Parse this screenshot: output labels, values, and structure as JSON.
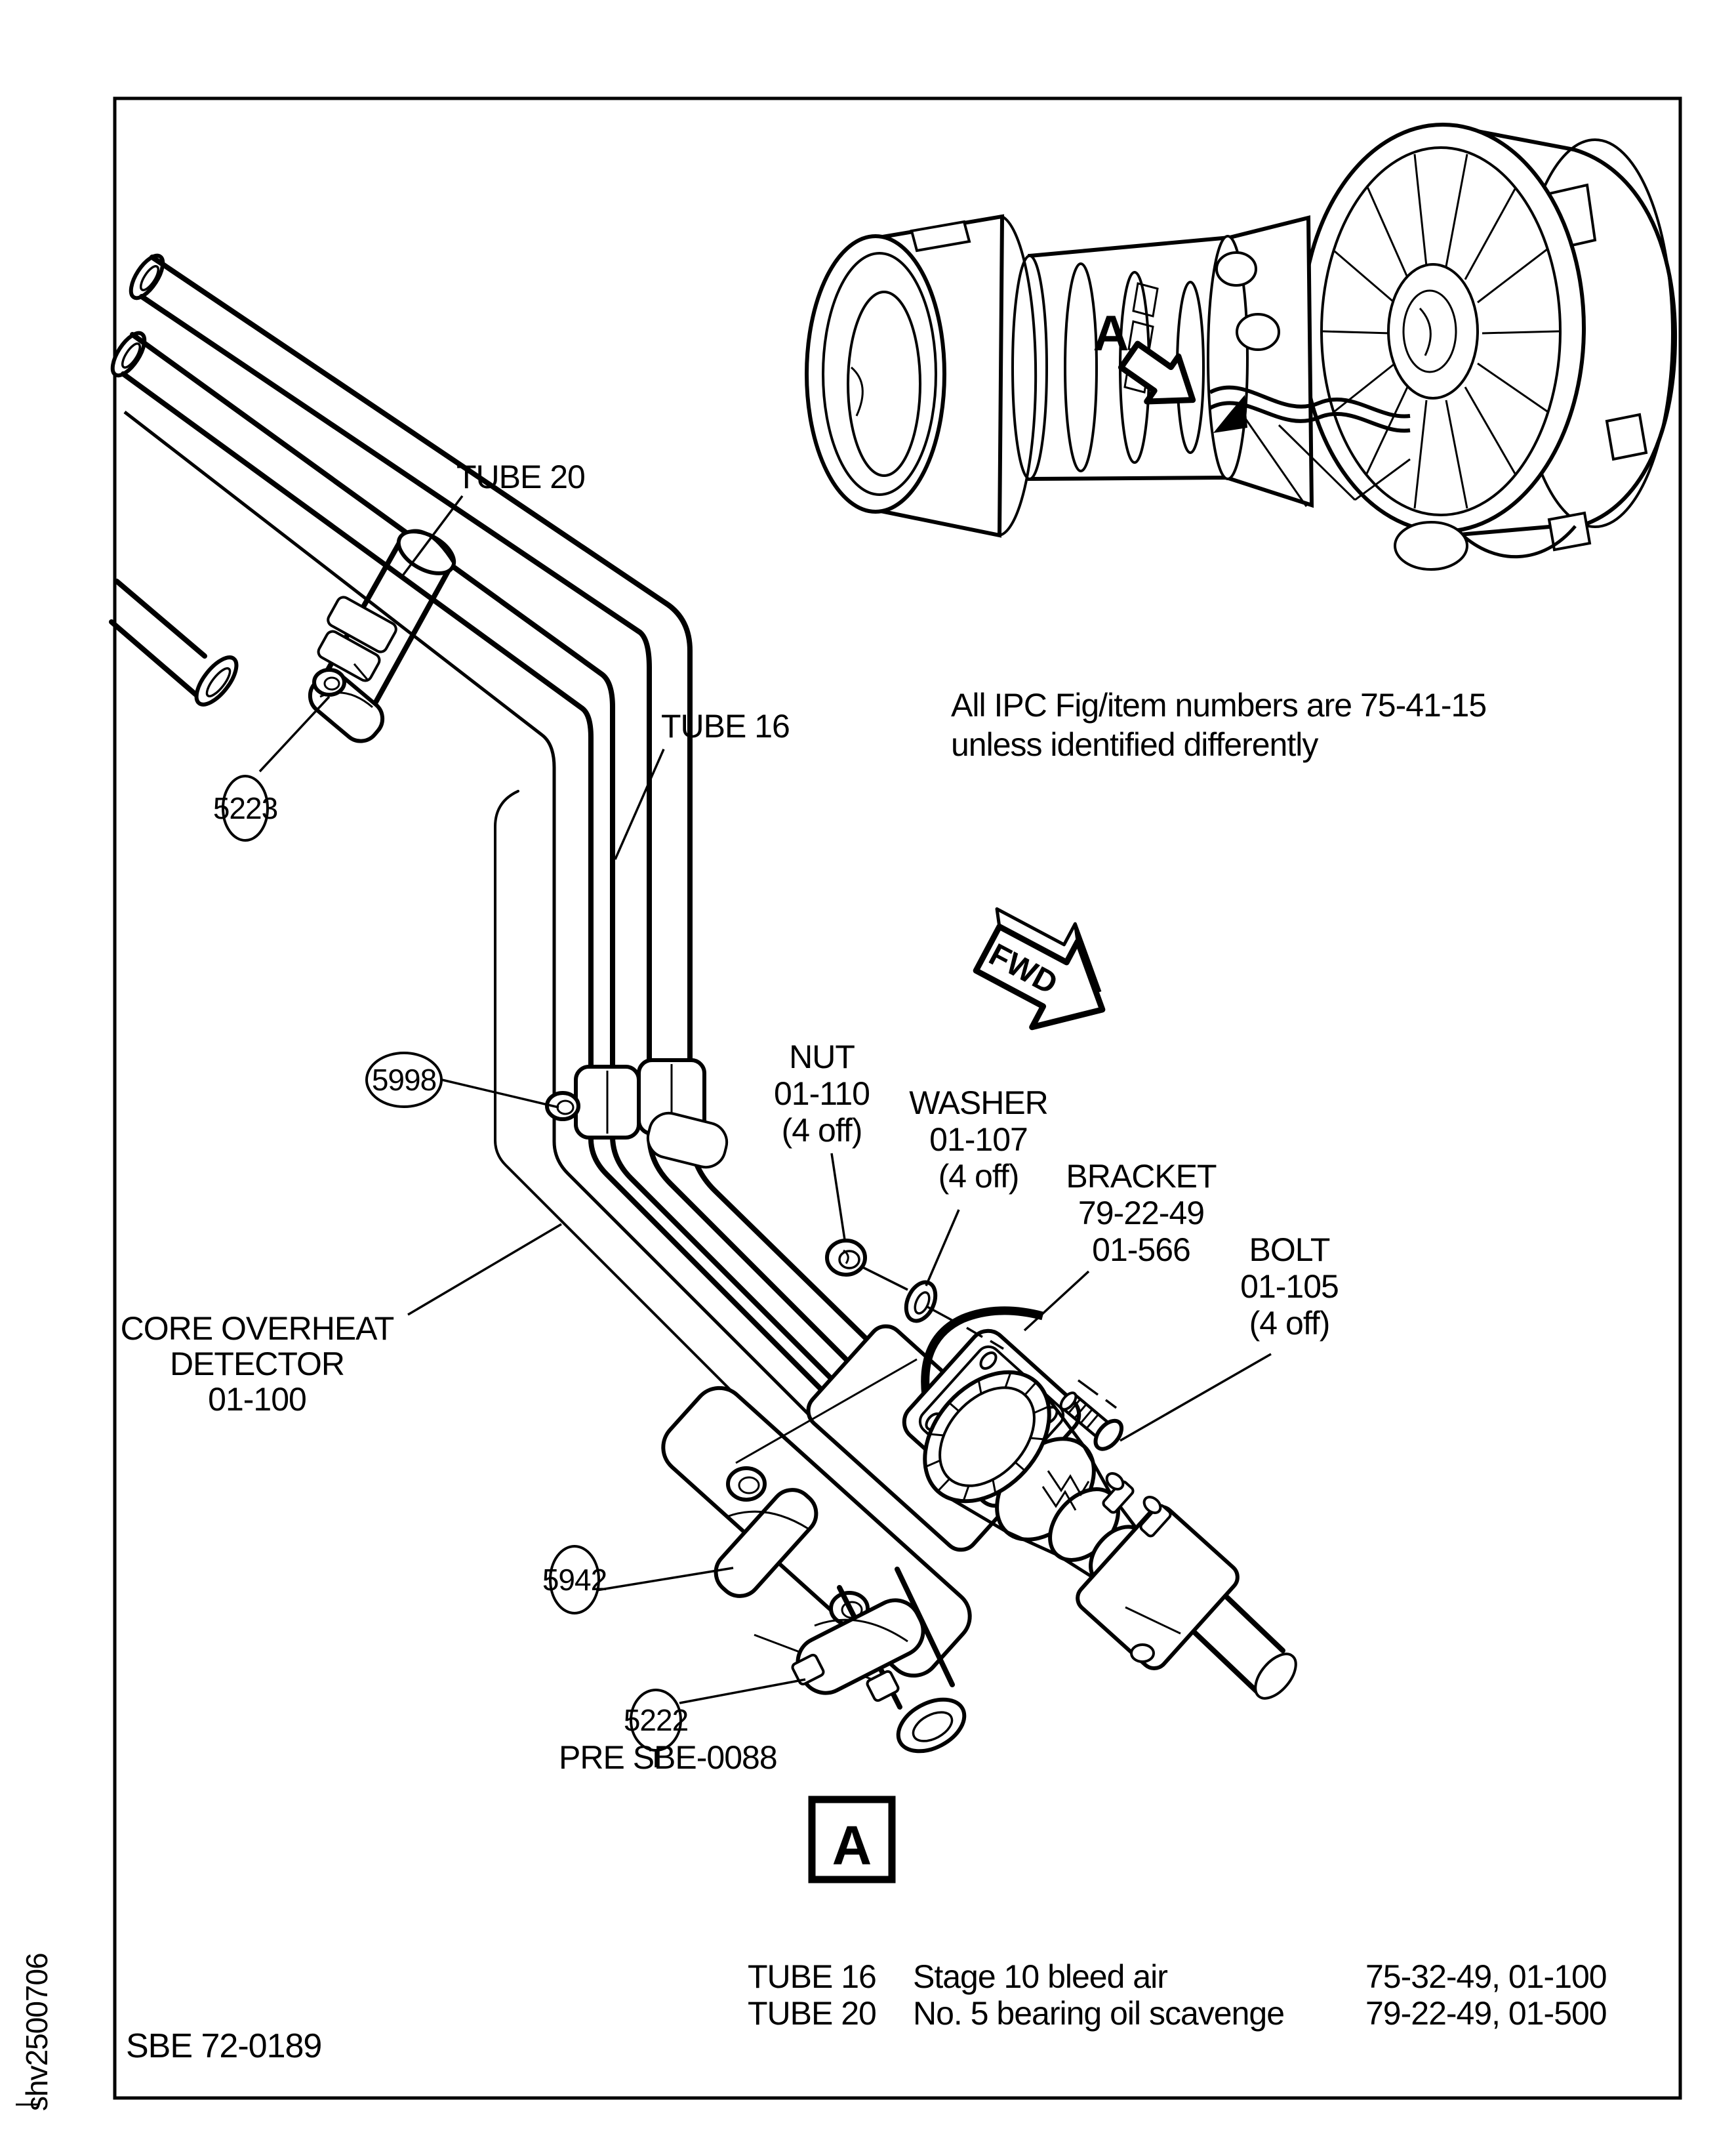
{
  "page": {
    "drawing_number": "SBE 72-0189",
    "artwork_id_vertical": "shv2500706"
  },
  "note": {
    "line1": "All IPC Fig/item numbers are 75-41-15",
    "line2": "unless identified differently"
  },
  "labels": {
    "tube20": "TUBE 20",
    "tube16": "TUBE 16",
    "nut": {
      "l1": "NUT",
      "l2": "01-110",
      "l3": "(4 off)"
    },
    "washer": {
      "l1": "WASHER",
      "l2": "01-107",
      "l3": "(4 off)"
    },
    "bracket": {
      "l1": "BRACKET",
      "l2": "79-22-49",
      "l3": "01-566"
    },
    "bolt": {
      "l1": "BOLT",
      "l2": "01-105",
      "l3": "(4 off)"
    },
    "detector": {
      "l1": "CORE OVERHEAT",
      "l2": "DETECTOR",
      "l3": "01-100"
    },
    "pre_sbe": "PRE SBE-0088",
    "fwd": "FWD",
    "view_letter": "A",
    "detail_box_letter": "A"
  },
  "callouts": {
    "c5223": "5223",
    "c5998": "5998",
    "c5942": "5942",
    "c5222": "5222"
  },
  "table": {
    "rows": [
      {
        "item": "TUBE 16",
        "desc": "Stage 10 bleed air",
        "ref": "75-32-49, 01-100"
      },
      {
        "item": "TUBE 20",
        "desc": "No. 5 bearing oil scavenge",
        "ref": "79-22-49, 01-500"
      }
    ]
  }
}
